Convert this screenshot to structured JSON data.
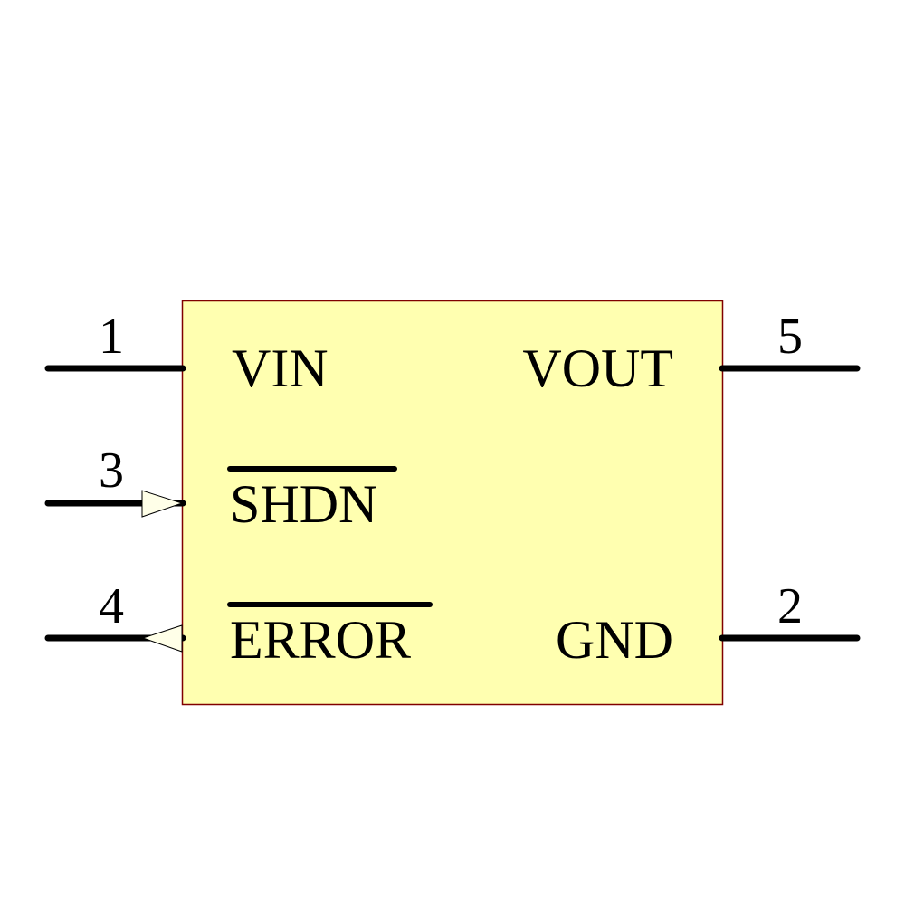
{
  "component": {
    "body_fill": "#FFFFB0",
    "body_border": "#800000",
    "pins": [
      {
        "number": "1",
        "name": "VIN",
        "side": "left",
        "type": "passive"
      },
      {
        "number": "3",
        "name": "SHDN",
        "side": "left",
        "type": "input",
        "active_low": true
      },
      {
        "number": "4",
        "name": "ERROR",
        "side": "left",
        "type": "output",
        "active_low": true
      },
      {
        "number": "5",
        "name": "VOUT",
        "side": "right",
        "type": "passive"
      },
      {
        "number": "2",
        "name": "GND",
        "side": "right",
        "type": "passive"
      }
    ]
  }
}
